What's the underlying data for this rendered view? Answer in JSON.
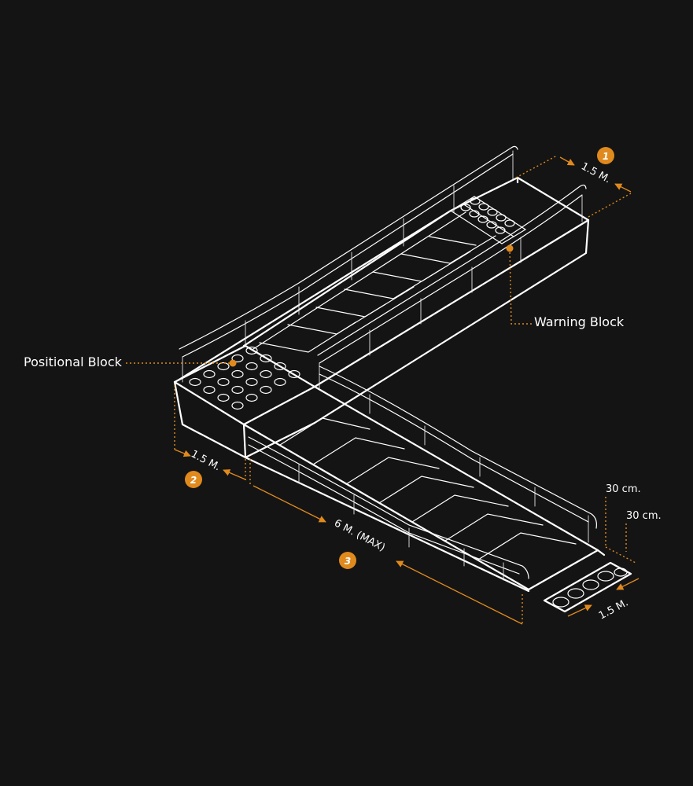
{
  "colors": {
    "background": "#141414",
    "line": "#ffffff",
    "accent": "#e08a1e"
  },
  "labels": {
    "positional_block": "Positional Block",
    "warning_block": "Warning Block"
  },
  "dimensions": {
    "top_width": "1.5 M.",
    "landing_width": "1.5 M.",
    "ramp_length": "6 M. (MAX)",
    "bottom_width": "1.5 M.",
    "height_upper": "30 cm.",
    "height_lower": "30 cm."
  },
  "badges": {
    "b1": "1",
    "b2": "2",
    "b3": "3"
  }
}
